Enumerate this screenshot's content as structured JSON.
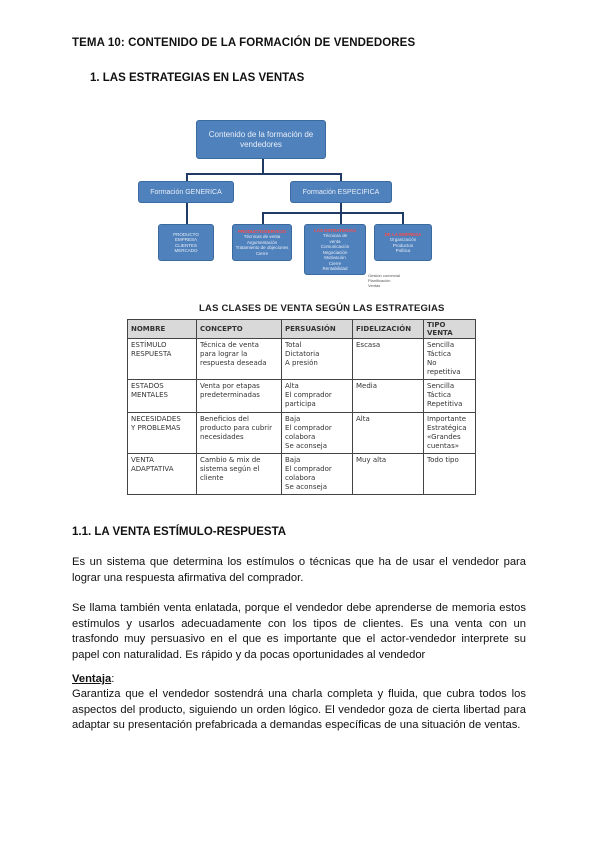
{
  "document": {
    "title": "TEMA 10: CONTENIDO DE LA FORMACIÓN DE VENDEDORES",
    "section_heading": "1.   LAS ESTRATEGIAS EN LAS VENTAS",
    "subsection_heading": "1.1. LA VENTA ESTÍMULO-RESPUESTA",
    "paragraph1": "Es un sistema que determina los estímulos o técnicas que ha de usar el vendedor para lograr una respuesta afirmativa del comprador.",
    "paragraph2": "Se llama también venta enlatada, porque el vendedor debe aprenderse de memoria estos estímulos y usarlos adecuadamente con los tipos de clientes. Es una venta con un trasfondo muy persuasivo en el que es importante que el  actor-vendedor interprete su papel con naturalidad. Es rápido y da pocas oportunidades al vendedor",
    "ventaja_label": "Ventaja",
    "ventaja_colon": ":",
    "paragraph3": "Garantiza que el vendedor sostendrá una charla completa y fluida, que cubra  todos los aspectos del producto, siguiendo un orden lógico. El vendedor goza de cierta libertad para adaptar su presentación prefabricada a demandas específicas de una situación de ventas."
  },
  "diagram": {
    "root": "Contenido de la formación de vendedores",
    "left": "Formación GENERICA",
    "right": "Formación ESPECIFICA",
    "leaf1": [
      "PRODUCTO",
      "EMPRESA",
      "CLIENTES",
      "MERCADO"
    ],
    "leaf2": [
      "PRODUCTO/SERVICIO",
      "Técnicas de venta",
      "Argumentación",
      "Tratamiento de objeciones",
      "Cierre"
    ],
    "leaf3": [
      "LAS ESTRATEGIAS",
      "Técnicas de",
      "venta",
      "Comunicación",
      "Negociación",
      "Motivación",
      "Cierre",
      "Rentabilidad"
    ],
    "leaf4": [
      "DE LA EMPRESA",
      "Organización",
      "Productos",
      "Política"
    ],
    "side_note": [
      "Gestión comercial",
      "Planificación",
      "Ventas"
    ]
  },
  "table": {
    "title": "LAS CLASES DE VENTA SEGÚN LAS ESTRATEGIAS",
    "headers": [
      "NOMBRE",
      "CONCEPTO",
      "PERSUASIÓN",
      "FIDELIZACIÓN",
      "TIPO VENTA"
    ],
    "rows": [
      {
        "nombre": [
          "ESTÍMULO",
          "RESPUESTA"
        ],
        "concepto": [
          "Técnica de venta",
          "para lograr la",
          "respuesta deseada"
        ],
        "persuasion": [
          "Total",
          "Dictatoria",
          "A presión"
        ],
        "fidelizacion": [
          "Escasa"
        ],
        "tipo": [
          "Sencilla",
          "Táctica",
          "No repetitiva"
        ]
      },
      {
        "nombre": [
          "ESTADOS",
          "MENTALES"
        ],
        "concepto": [
          "Venta por etapas",
          "predeterminadas"
        ],
        "persuasion": [
          "Alta",
          "El comprador",
          "participa"
        ],
        "fidelizacion": [
          "Media"
        ],
        "tipo": [
          "Sencilla",
          "Táctica",
          "Repetitiva"
        ]
      },
      {
        "nombre": [
          "NECESIDADES",
          "Y PROBLEMAS"
        ],
        "concepto": [
          "Beneficios del",
          "producto para cubrir",
          "necesidades"
        ],
        "persuasion": [
          "Baja",
          "El comprador",
          "colabora",
          "Se aconseja"
        ],
        "fidelizacion": [
          "Alta"
        ],
        "tipo": [
          "Importante",
          "Estratégica",
          "«Grandes cuentas»"
        ]
      },
      {
        "nombre": [
          "VENTA",
          "ADAPTATIVA"
        ],
        "concepto": [
          "Cambio & mix de",
          "sistema según el",
          "cliente"
        ],
        "persuasion": [
          "Baja",
          "El comprador",
          "colabora",
          "Se aconseja"
        ],
        "fidelizacion": [
          "Muy alta"
        ],
        "tipo": [
          "Todo tipo"
        ]
      }
    ]
  }
}
